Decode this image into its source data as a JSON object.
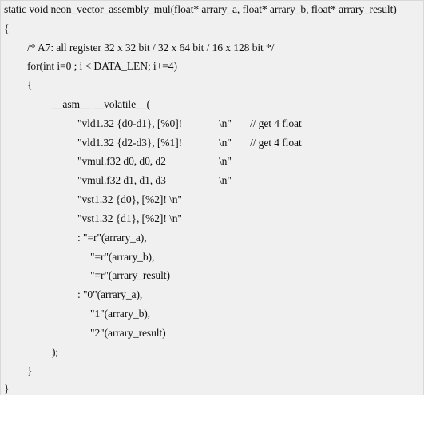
{
  "code": {
    "signature": "static void neon_vector_assembly_mul(float* arrary_a, float* arrary_b, float* arrary_result)",
    "open_brace_fn": "{",
    "comment": "/* A7: all register 32 x 32 bit / 32 x 64 bit / 16 x 128 bit */",
    "for_line": "for(int i=0 ; i < DATA_LEN; i+=4)",
    "open_brace_for": "{",
    "asm_line": "__asm__ __volatile__(",
    "instructions": [
      {
        "text": "\"vld1.32 {d0-d1}, [%0]!",
        "newline": "\\n\"",
        "comment": "// get 4 float"
      },
      {
        "text": "\"vld1.32 {d2-d3}, [%1]!",
        "newline": "\\n\"",
        "comment": "// get 4 float"
      },
      {
        "text": "\"vmul.f32 d0, d0, d2",
        "newline": "\\n\"",
        "comment": ""
      },
      {
        "text": "\"vmul.f32 d1, d1, d3",
        "newline": "\\n\"",
        "comment": ""
      },
      {
        "text": "\"vst1.32 {d0}, [%2]! \\n\"",
        "newline": "",
        "comment": ""
      },
      {
        "text": "\"vst1.32 {d1}, [%2]! \\n\"",
        "newline": "",
        "comment": ""
      }
    ],
    "outputs": [
      ": \"=r\"(arrary_a),",
      "\"=r\"(arrary_b),",
      "\"=r\"(arrary_result)"
    ],
    "inputs": [
      ": \"0\"(arrary_a),",
      "\"1\"(arrary_b),",
      "\"2\"(arrary_result)"
    ],
    "asm_close": ");",
    "close_brace_for": "}",
    "close_brace_fn": "}"
  }
}
